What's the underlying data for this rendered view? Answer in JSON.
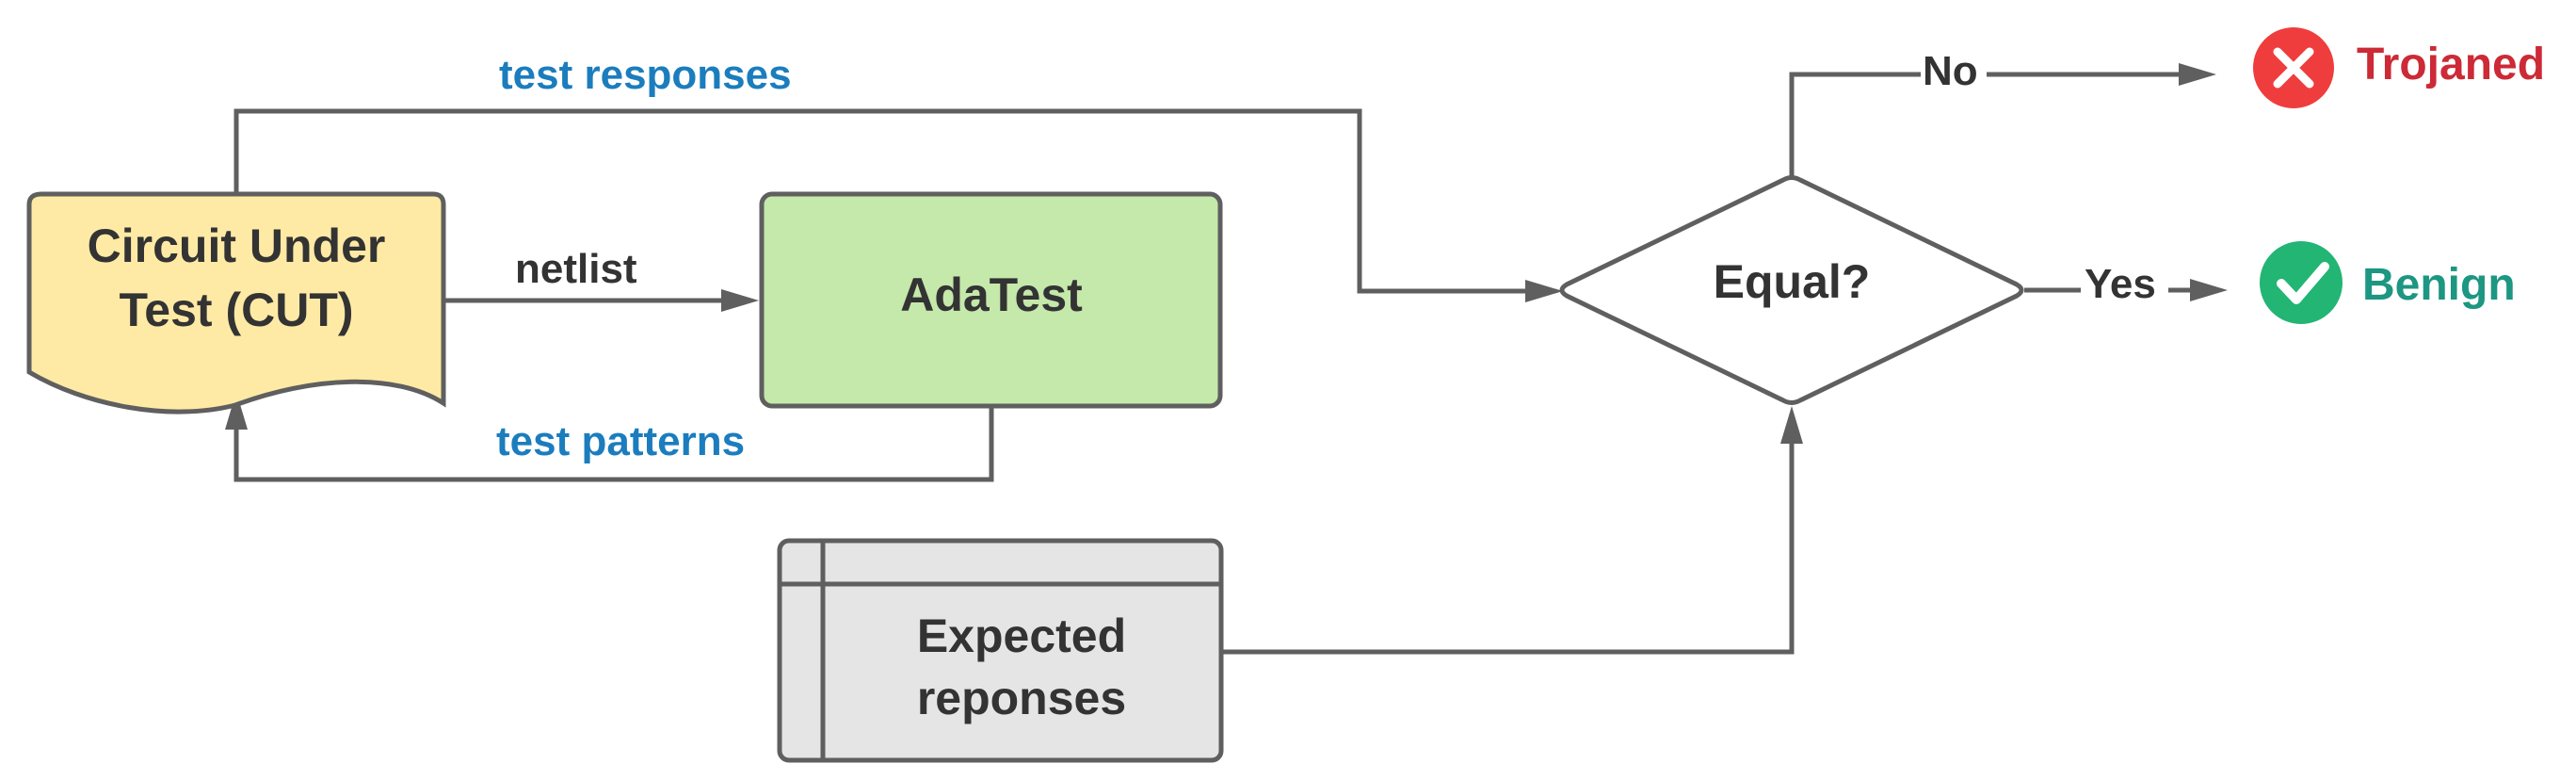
{
  "nodes": {
    "cut": {
      "line1": "Circuit Under",
      "line2": "Test (CUT)",
      "fill": "#ffeaa5"
    },
    "adatest": {
      "label": "AdaTest",
      "fill": "#c5e8ab"
    },
    "decision": {
      "label": "Equal?",
      "fill": "#ffffff"
    },
    "expected": {
      "line1": "Expected",
      "line2": "reponses",
      "fill": "#e5e5e5"
    }
  },
  "edges": {
    "netlist": "netlist",
    "test_responses": "test responses",
    "test_patterns": "test patterns",
    "no": "No",
    "yes": "Yes"
  },
  "outcomes": {
    "trojaned": {
      "label": "Trojaned",
      "icon": "x-circle-icon",
      "color": "#cc2a36",
      "icon_color": "#ef3d3d"
    },
    "benign": {
      "label": "Benign",
      "icon": "check-circle-icon",
      "color": "#1d9682",
      "icon_color": "#22b573"
    }
  },
  "colors": {
    "stroke": "#5f5f5f",
    "text": "#333333",
    "blue_label": "#1b7dbd"
  }
}
